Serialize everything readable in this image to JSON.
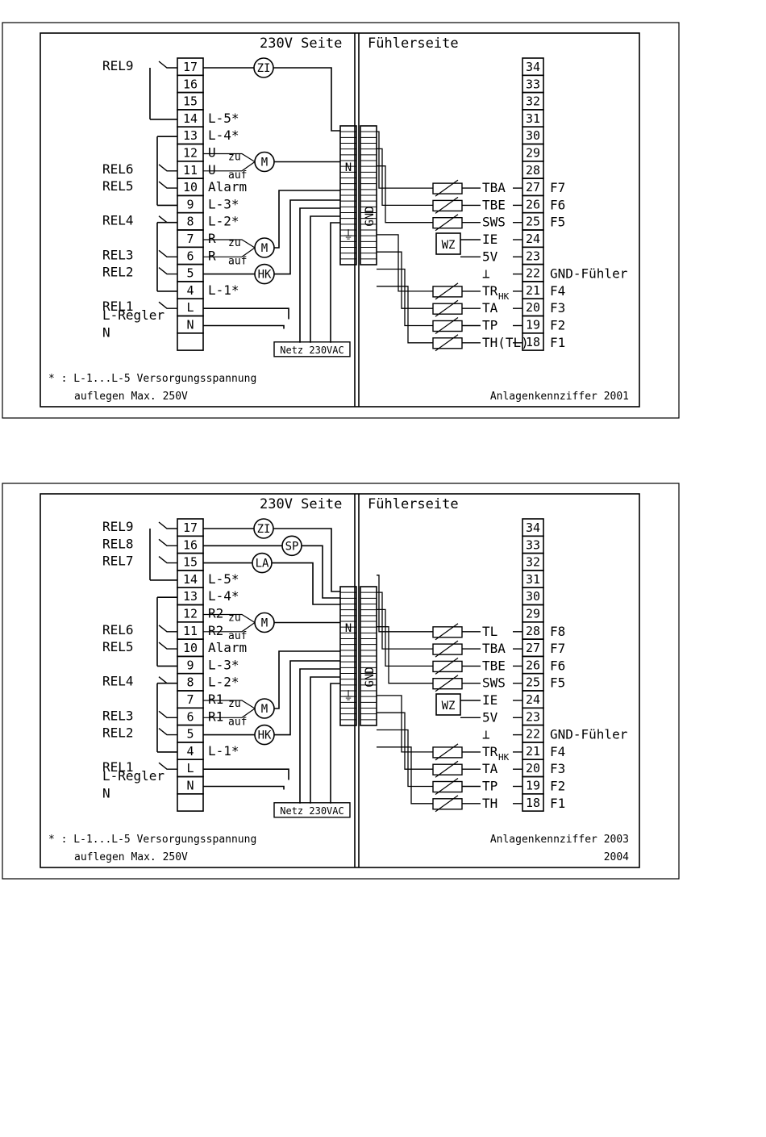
{
  "diagrams": [
    {
      "header_left": "230V Seite",
      "header_right": "Fühlerseite",
      "footnote_1": "* : L-1...L-5 Versorgungsspannung",
      "footnote_2": "auflegen  Max. 250V",
      "code_1": "Anlagenkennziffer 2001",
      "code_2": "",
      "netz": "Netz 230VAC",
      "gnd_block": "GND",
      "n_label": "N",
      "relays": [
        "REL9",
        "REL6",
        "REL5",
        "REL4",
        "REL3",
        "REL2",
        "REL1",
        "L-Regler",
        "N"
      ],
      "left_terminals": [
        "17",
        "16",
        "15",
        "14",
        "13",
        "12",
        "11",
        "10",
        "9",
        "8",
        "7",
        "6",
        "5",
        "4",
        "L",
        "N",
        ""
      ],
      "left_labels": {
        "14": "L-5*",
        "13": "L-4*",
        "12": "U",
        "11": "U",
        "10": "Alarm",
        "9": "L-3*",
        "8": "L-2*",
        "7": "R",
        "6": "R",
        "4": "L-1*"
      },
      "components": [
        "ZI",
        "M",
        "HK",
        "M"
      ],
      "zu_auf": [
        "zu",
        "auf"
      ],
      "right_terminals": [
        "34",
        "33",
        "32",
        "31",
        "30",
        "29",
        "28",
        "27",
        "26",
        "25",
        "24",
        "23",
        "22",
        "21",
        "20",
        "19",
        "18"
      ],
      "sensors": [
        {
          "label": "TBA",
          "terminal": "27",
          "f": "F7"
        },
        {
          "label": "TBE",
          "terminal": "26",
          "f": "F6"
        },
        {
          "label": "SWS",
          "terminal": "25",
          "f": "F5"
        },
        {
          "label": "IE",
          "terminal": "24",
          "f": ""
        },
        {
          "label": "5V",
          "terminal": "23",
          "f": ""
        },
        {
          "label": "⊥",
          "terminal": "22",
          "f": "GND-Fühler"
        },
        {
          "label": "TR",
          "sub": "HK",
          "terminal": "21",
          "f": "F4"
        },
        {
          "label": "TA",
          "terminal": "20",
          "f": "F3"
        },
        {
          "label": "TP",
          "terminal": "19",
          "f": "F2"
        },
        {
          "label": "TH(TL)",
          "terminal": "18",
          "f": "F1"
        }
      ],
      "wz": "WZ"
    },
    {
      "header_left": "230V Seite",
      "header_right": "Fühlerseite",
      "footnote_1": "* : L-1...L-5 Versorgungsspannung",
      "footnote_2": "auflegen  Max. 250V",
      "code_1": "Anlagenkennziffer 2003",
      "code_2": "2004",
      "netz": "Netz 230VAC",
      "gnd_block": "GND",
      "n_label": "N",
      "relays": [
        "REL9",
        "REL8",
        "REL7",
        "REL6",
        "REL5",
        "REL4",
        "REL3",
        "REL2",
        "REL1",
        "L-Regler",
        "N"
      ],
      "left_terminals": [
        "17",
        "16",
        "15",
        "14",
        "13",
        "12",
        "11",
        "10",
        "9",
        "8",
        "7",
        "6",
        "5",
        "4",
        "L",
        "N",
        ""
      ],
      "left_labels": {
        "14": "L-5*",
        "13": "L-4*",
        "12": "R2",
        "11": "R2",
        "10": "Alarm",
        "9": "L-3*",
        "8": "L-2*",
        "7": "R1",
        "6": "R1",
        "4": "L-1*"
      },
      "components": [
        "ZI",
        "SP",
        "LA",
        "M",
        "M",
        "HK"
      ],
      "zu_auf": [
        "zu",
        "auf"
      ],
      "right_terminals": [
        "34",
        "33",
        "32",
        "31",
        "30",
        "29",
        "28",
        "27",
        "26",
        "25",
        "24",
        "23",
        "22",
        "21",
        "20",
        "19",
        "18"
      ],
      "sensors": [
        {
          "label": "TL",
          "terminal": "28",
          "f": "F8"
        },
        {
          "label": "TBA",
          "terminal": "27",
          "f": "F7"
        },
        {
          "label": "TBE",
          "terminal": "26",
          "f": "F6"
        },
        {
          "label": "SWS",
          "terminal": "25",
          "f": "F5"
        },
        {
          "label": "IE",
          "terminal": "24",
          "f": ""
        },
        {
          "label": "5V",
          "terminal": "23",
          "f": ""
        },
        {
          "label": "⊥",
          "terminal": "22",
          "f": "GND-Fühler"
        },
        {
          "label": "TR",
          "sub": "HK",
          "terminal": "21",
          "f": "F4"
        },
        {
          "label": "TA",
          "terminal": "20",
          "f": "F3"
        },
        {
          "label": "TP",
          "terminal": "19",
          "f": "F2"
        },
        {
          "label": "TH",
          "terminal": "18",
          "f": "F1"
        }
      ],
      "wz": "WZ"
    }
  ]
}
